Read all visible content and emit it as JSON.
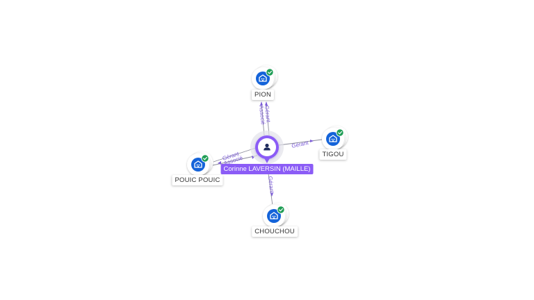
{
  "center_person": {
    "name": "Corinne LAVERSIN (MAILLE)",
    "icon": "person-icon",
    "color": "#8b5cf6"
  },
  "companies": [
    {
      "id": "pion",
      "name": "PION",
      "icon": "building-icon",
      "status": "check-badge-icon"
    },
    {
      "id": "tigou",
      "name": "TIGOU",
      "icon": "building-icon",
      "status": "check-badge-icon"
    },
    {
      "id": "pouic",
      "name": "POUIC POUIC",
      "icon": "building-icon",
      "status": "check-badge-icon"
    },
    {
      "id": "chouchou",
      "name": "CHOUCHOU",
      "icon": "building-icon",
      "status": "check-badge-icon"
    }
  ],
  "relations": {
    "pion": [
      "Gérant",
      "Associé"
    ],
    "tigou": [
      "Gérant"
    ],
    "pouic": [
      "Gérant",
      "Associé"
    ],
    "chouchou": [
      "Gérant"
    ]
  },
  "colors": {
    "company_blue": "#1463d9",
    "badge_green": "#1f9d55",
    "edge": "#8a8a99",
    "relation_text": "#7c5cd8"
  }
}
